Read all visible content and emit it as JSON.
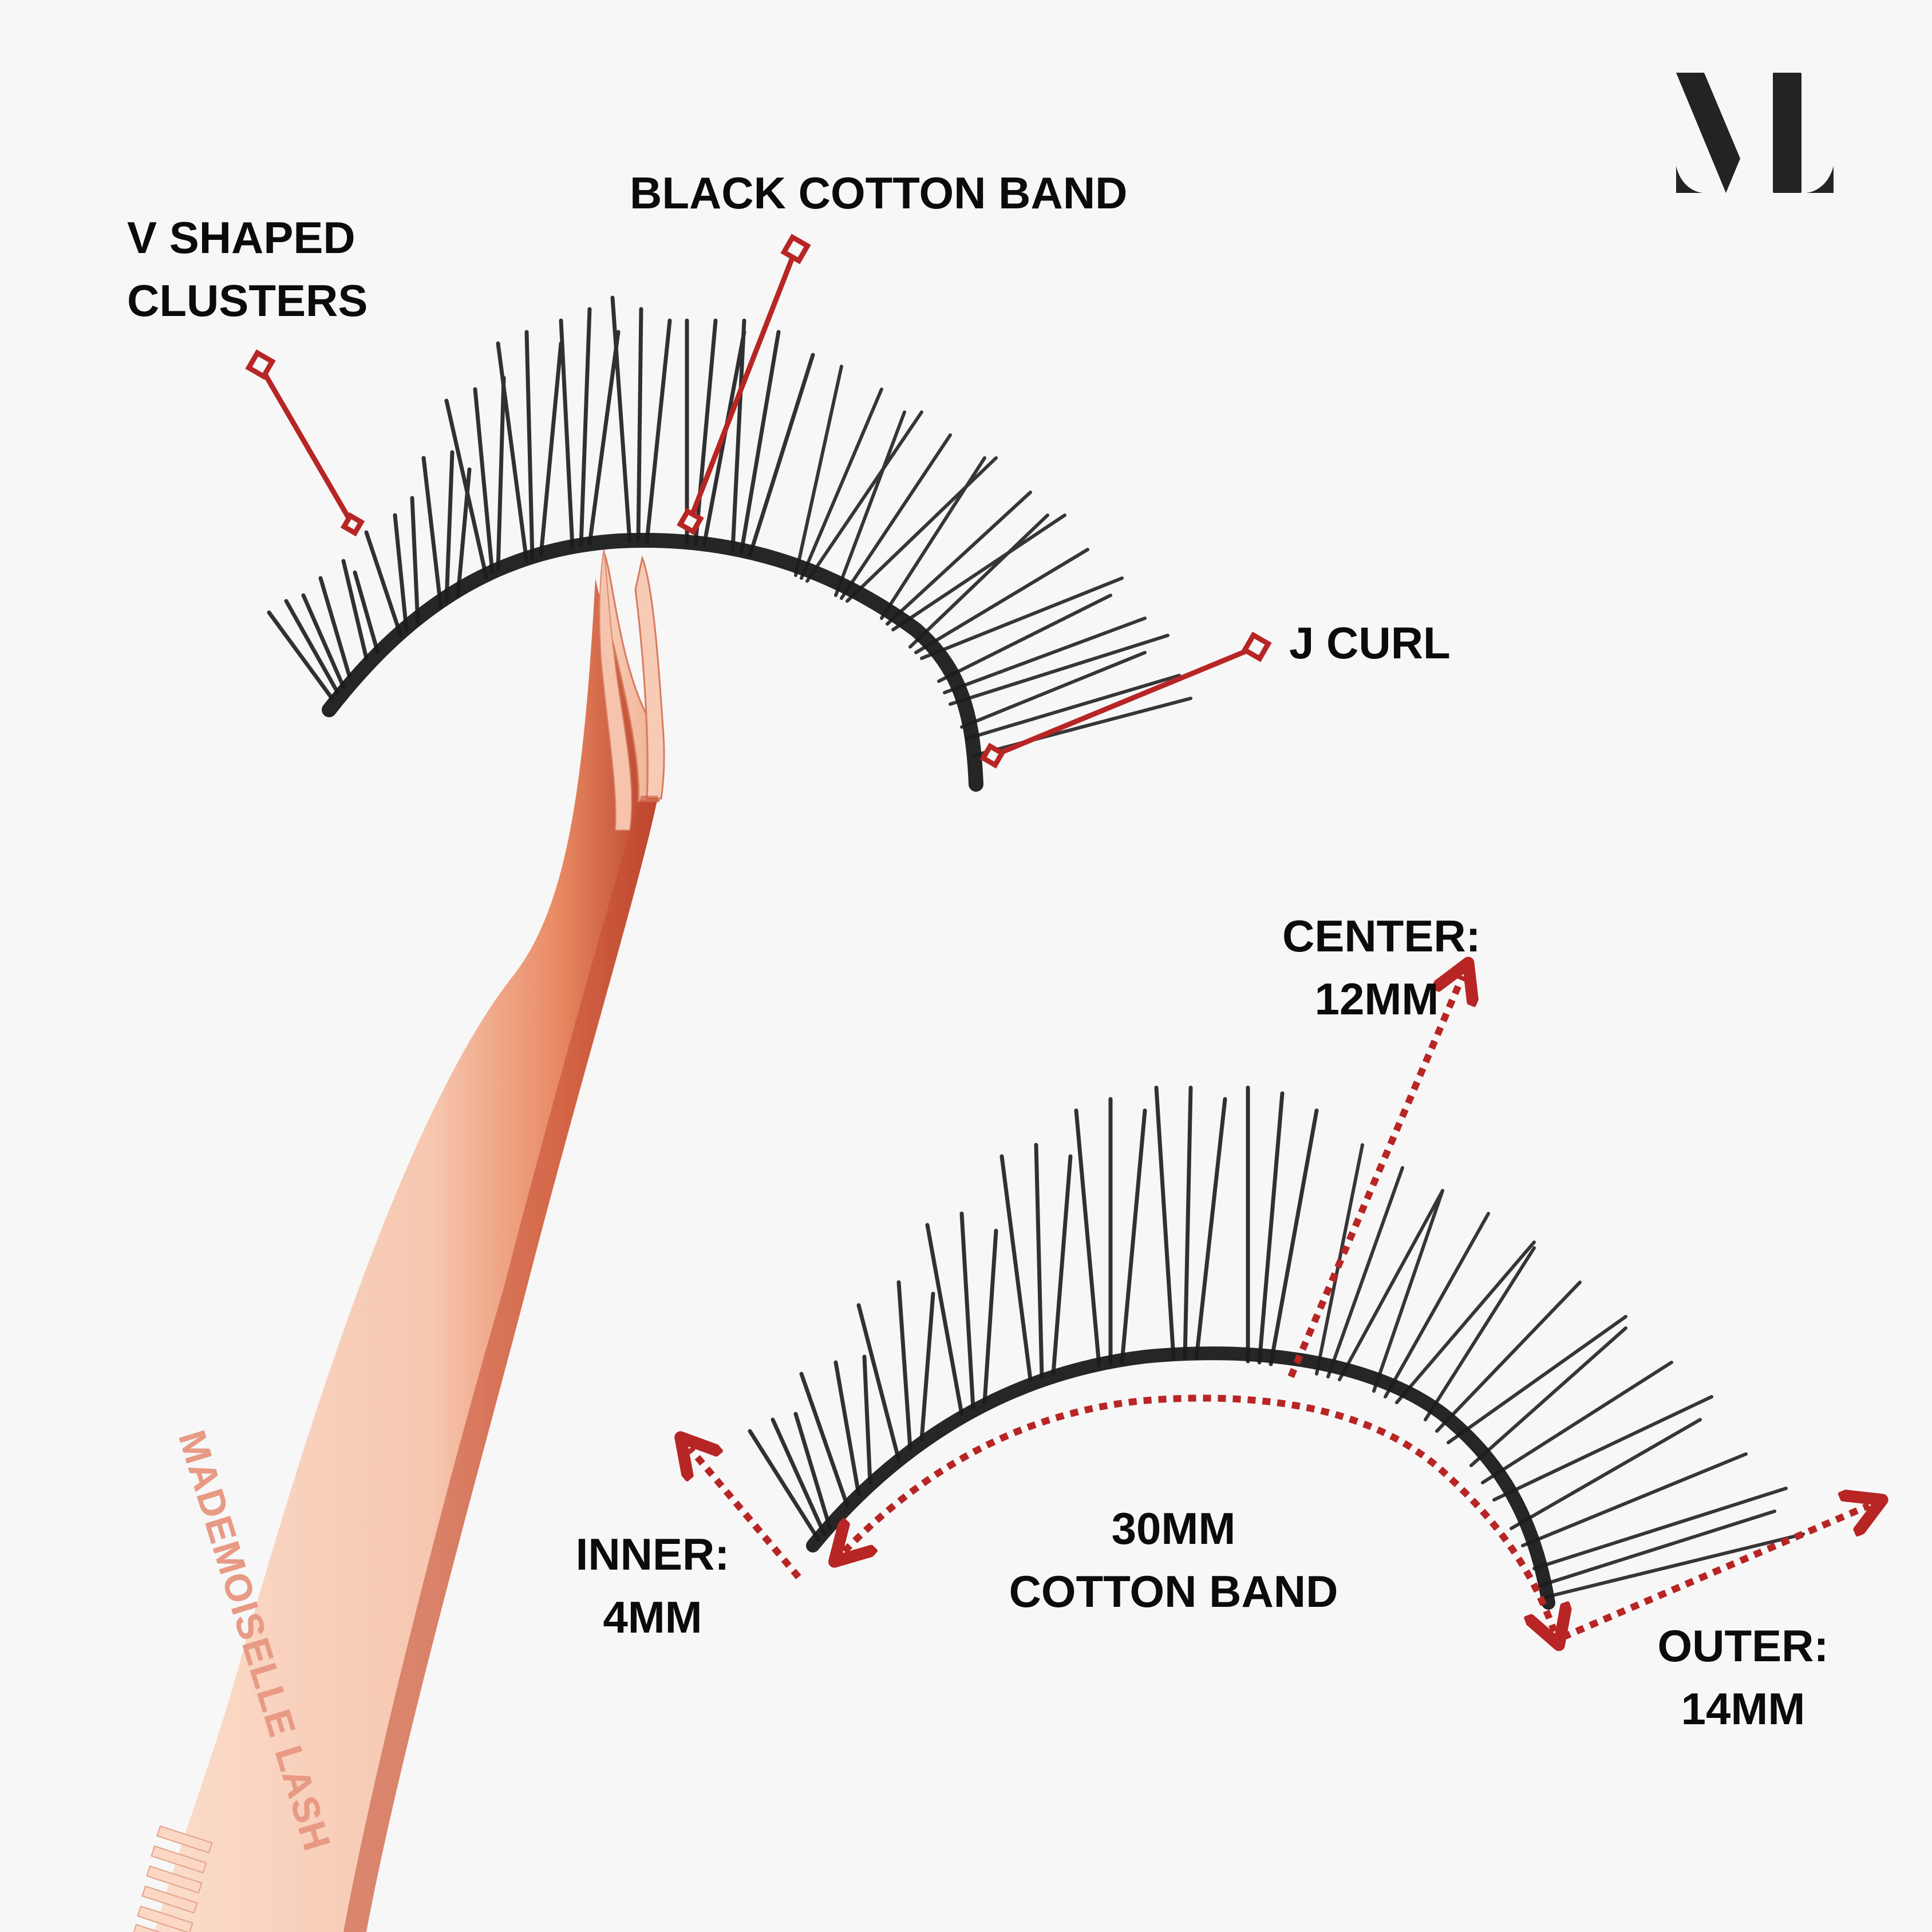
{
  "brand": {
    "logo_letters": "ML",
    "tweezer_engraving": "MADEMOISELLE LASH"
  },
  "colors": {
    "background": "#f7f7f7",
    "text": "#0b0b0b",
    "annotation_red": "#b82525",
    "lash_black": "#1c1c1c",
    "rose_gold": "#f6c9b3",
    "rose_gold_dark": "#d0765a"
  },
  "top_lash": {
    "callouts": [
      {
        "id": "v-shaped-clusters",
        "lines": [
          "V SHAPED",
          "CLUSTERS"
        ]
      },
      {
        "id": "black-cotton-band",
        "lines": [
          "BLACK COTTON BAND"
        ]
      },
      {
        "id": "j-curl",
        "lines": [
          "J CURL"
        ]
      }
    ]
  },
  "bottom_lash": {
    "measurements": [
      {
        "id": "center",
        "lines": [
          "CENTER:",
          "12MM"
        ]
      },
      {
        "id": "inner",
        "lines": [
          "INNER:",
          "4MM"
        ]
      },
      {
        "id": "band",
        "lines": [
          "30MM",
          "COTTON BAND"
        ]
      },
      {
        "id": "outer",
        "lines": [
          "OUTER:",
          "14MM"
        ]
      }
    ]
  }
}
